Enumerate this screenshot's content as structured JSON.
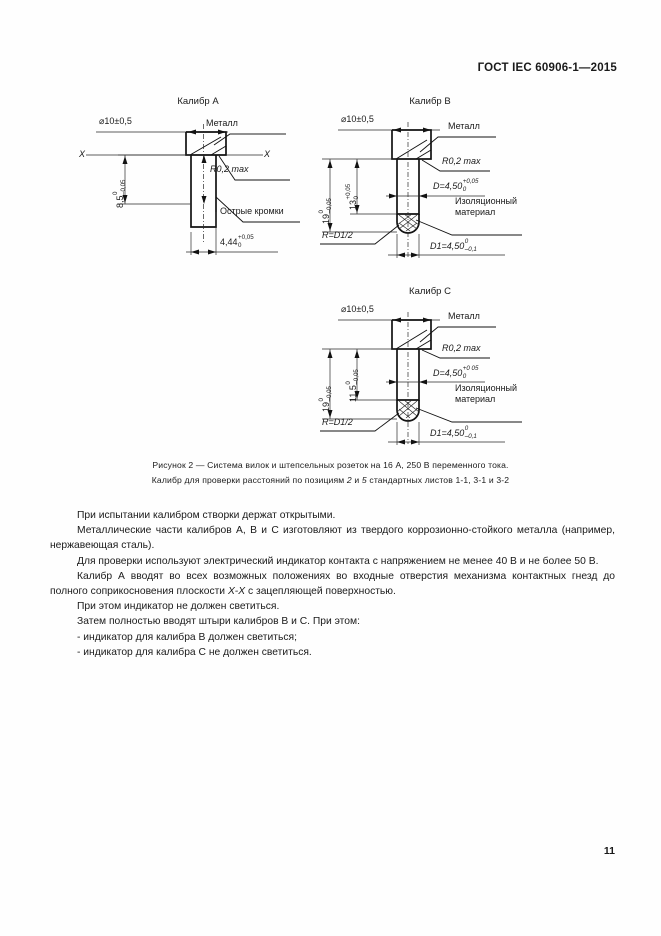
{
  "document": {
    "standard_header": "ГОСТ IEC 60906-1—2015",
    "page_number": "11"
  },
  "figure": {
    "caption_line_1": "Рисунок 2 —  Система вилок и штепсельных розеток на 16 А, 250 В переменного тока.",
    "caption_line_2_a": "Калибр для проверки расстояний по позициям ",
    "caption_line_2_i1": "2",
    "caption_line_2_b": " и ",
    "caption_line_2_i2": "5",
    "caption_line_2_c": "  стандартных листов 1-1, 3-1 и 3-2",
    "gauges": [
      {
        "title": "Калибр А",
        "diameter": "⌀10±0,5",
        "metal": "Металл",
        "radius": "R0,2 max",
        "sharp_edges": "Острые кромки",
        "section_mark_left": "X",
        "section_mark_right": "X",
        "height_value": "8,5",
        "height_tol_up": "0",
        "height_tol_dn": "–0,05",
        "width_value": "4,44",
        "width_tol_up": "+0,05",
        "width_tol_dn": "0"
      },
      {
        "title": "Калибр B",
        "diameter": "⌀10±0,5",
        "metal": "Металл",
        "radius": "R0,2 max",
        "insulating_material_line1": "Изоляционный",
        "insulating_material_line2": "материал",
        "radius_formula": "R=D1/2",
        "total_height_value": "19",
        "total_height_tol_up": "0",
        "total_height_tol_dn": "–0,05",
        "inner_height_value": "13",
        "inner_height_tol_up": "+0,05",
        "inner_height_tol_dn": "0",
        "d_label": "D=4,50",
        "d_tol_up": "+0,05",
        "d_tol_dn": "0",
        "d1_label": "D1=4,50",
        "d1_tol_up": "0",
        "d1_tol_dn": "–0,1"
      },
      {
        "title": "Калибр С",
        "diameter": "⌀10±0,5",
        "metal": "Металл",
        "radius": "R0,2 max",
        "insulating_material_line1": "Изоляционный",
        "insulating_material_line2": "материал",
        "radius_formula": "R=D1/2",
        "total_height_value": "19",
        "total_height_tol_up": "0",
        "total_height_tol_dn": "–0,05",
        "inner_height_value": "11,5",
        "inner_height_tol_up": "0",
        "inner_height_tol_dn": "–0,05",
        "d_label": "D=4,50",
        "d_tol_up": "+0 05",
        "d_tol_dn": "0",
        "d1_label": "D1=4,50",
        "d1_tol_up": "0",
        "d1_tol_dn": "–0,1"
      }
    ]
  },
  "body": {
    "p1": "При испытании калибром створки держат открытыми.",
    "p2": "Металлические части калибров А, В и С изготовляют из твердого коррозионно-стойкого металла (например, нержавеющая сталь).",
    "p3": "Для проверки используют электрический индикатор контакта с напряжением не менее 40 В и не более 50 В.",
    "p4_a": "Калибр А вводят во всех возможных положениях во входные отверстия механизма контактных гнезд до полного соприкосновения плоскости ",
    "p4_i": "Х-Х",
    "p4_b": " с зацепляющей поверхностью.",
    "p5": "При этом индикатор не должен светиться.",
    "p6": "Затем полностью вводят штыри калибров В и С. При этом:",
    "p7": "- индикатор для калибра В должен светиться;",
    "p8": "- индикатор для калибра С не должен светиться."
  }
}
